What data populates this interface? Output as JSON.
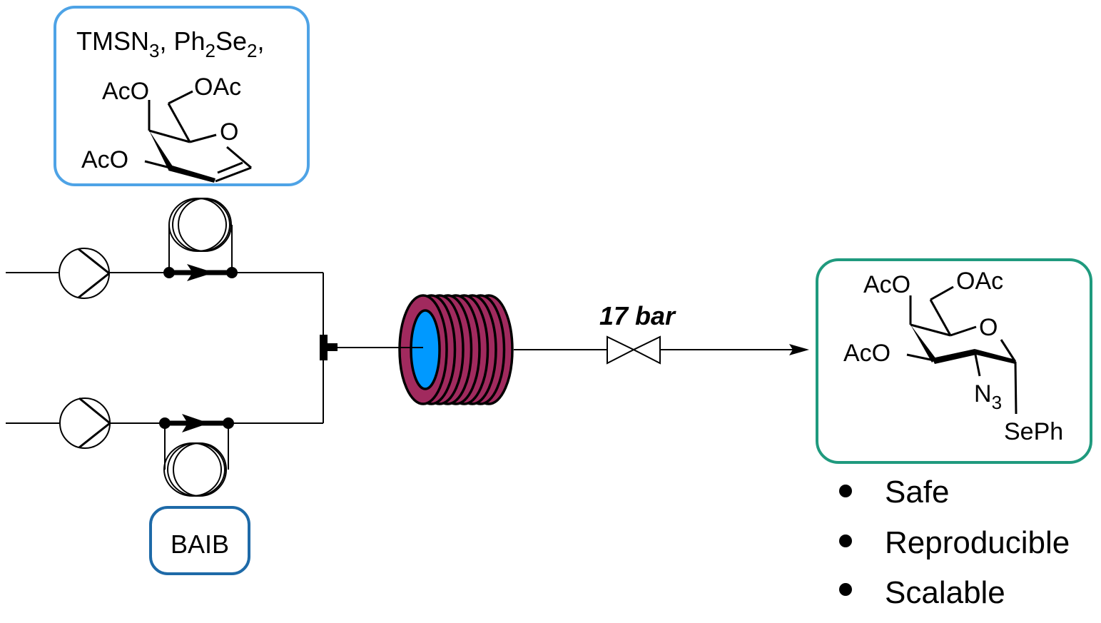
{
  "colors": {
    "reagent_box_border": "#4ea3e6",
    "baib_box_border": "#1e6aa8",
    "product_box_border": "#1f9a7e",
    "reactor_coil": "#a12a5e",
    "reactor_core": "#0099ff",
    "line": "#000000"
  },
  "reagent_box": {
    "line1_parts": [
      {
        "t": "TMSN",
        "sub": false
      },
      {
        "t": "3",
        "sub": true
      },
      {
        "t": ", Ph",
        "sub": false
      },
      {
        "t": "2",
        "sub": true
      },
      {
        "t": "Se",
        "sub": false
      },
      {
        "t": "2",
        "sub": true
      },
      {
        "t": ",",
        "sub": false
      }
    ],
    "molecule": {
      "name": "tri-O-acetyl-D-galactal",
      "labels": {
        "acO_top": "AcO",
        "oAc": "OAc",
        "ring_o": "O",
        "acO_left": "AcO"
      }
    }
  },
  "baib_box": {
    "label": "BAIB"
  },
  "pumps": [
    {
      "name": "pump-top",
      "icon": "pump-icon"
    },
    {
      "name": "pump-bottom",
      "icon": "pump-icon"
    }
  ],
  "sample_loops": [
    {
      "name": "sample-loop-top",
      "icon": "coil-loop-icon"
    },
    {
      "name": "sample-loop-bottom",
      "icon": "coil-loop-icon"
    }
  ],
  "mixer": {
    "icon": "t-mixer-icon"
  },
  "reactor": {
    "icon": "coil-reactor-icon",
    "turns": 8
  },
  "back_pressure_regulator": {
    "label": "17 bar",
    "icon": "bpr-valve-icon"
  },
  "product_box": {
    "molecule": {
      "name": "phenyl 2-azido-2-deoxy-1-seleno-galactoside triacetate",
      "labels": {
        "acO_top": "AcO",
        "oAc": "OAc",
        "ring_o": "O",
        "acO_left": "AcO",
        "n3_main": "N",
        "n3_sub": "3",
        "sePh": "SePh"
      }
    }
  },
  "benefits": [
    "Safe",
    "Reproducible",
    "Scalable"
  ]
}
